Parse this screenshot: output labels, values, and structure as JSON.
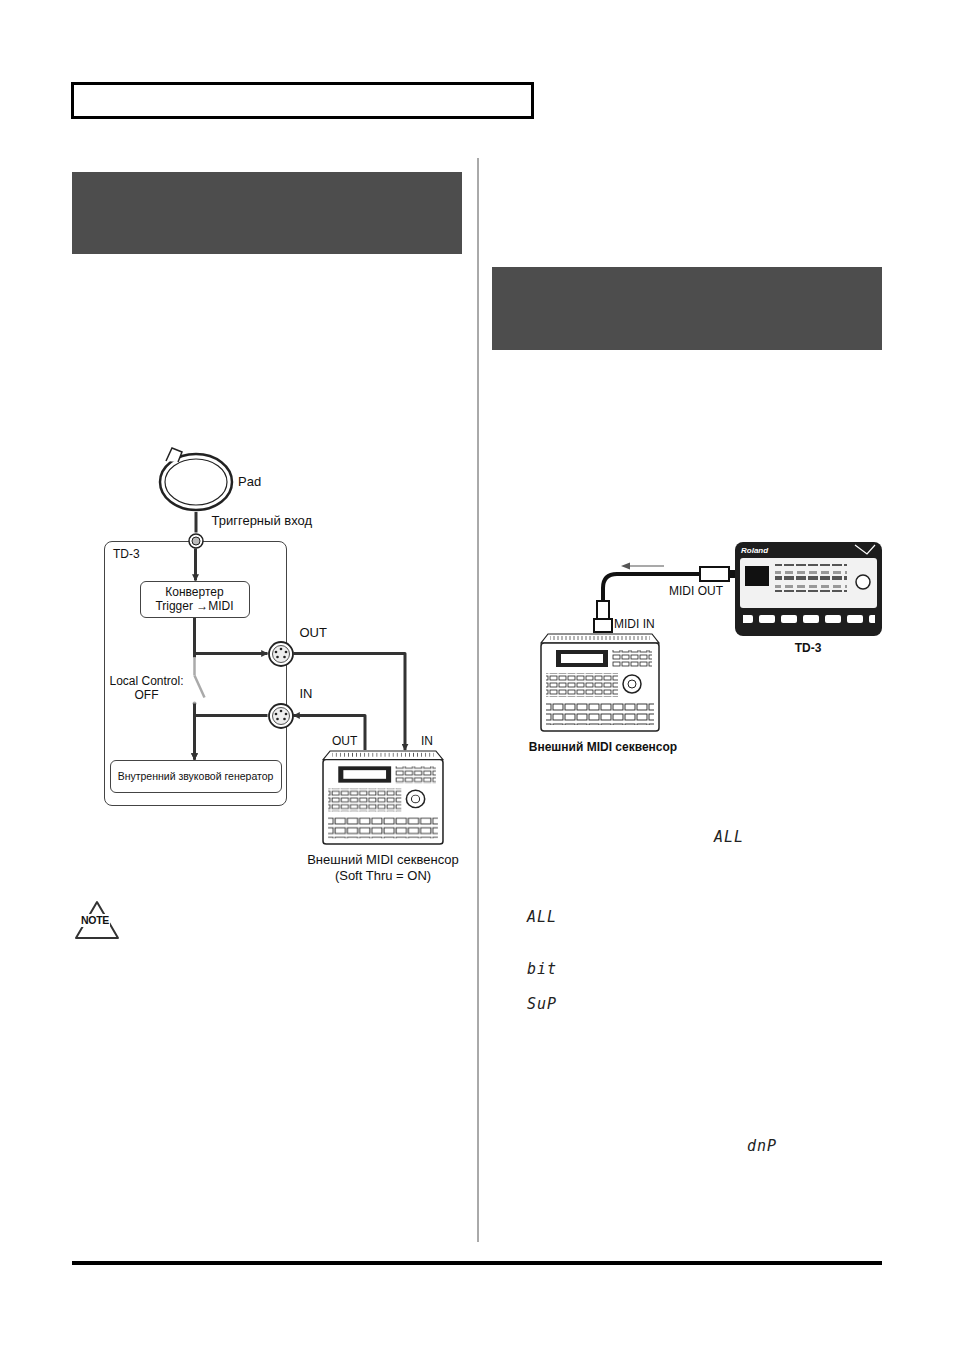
{
  "diagram": {
    "nodes": [
      {
        "text": [
          "Pad"
        ]
      },
      {
        "text": [
          "TD-3"
        ]
      },
      {
        "text": [
          "Триггерный вход"
        ],
        "in": 1
      },
      {
        "text": [
          "Конвертер Trigger →MIDI"
        ],
        "in": 1
      },
      {
        "text": [
          "OUT"
        ],
        "in": 1
      },
      {
        "text": [
          "IN"
        ],
        "in": 1
      },
      {
        "text": [
          "Внутренний звуковой генератор"
        ],
        "in": 1
      },
      {
        "text": [
          "Внешний MIDI секвенсор (Soft Thru = ON)"
        ]
      },
      {
        "text": [
          "TD-3"
        ]
      },
      {
        "text": [
          "Внешний MIDI секвенсор"
        ]
      }
    ],
    "edges": [
      {
        "from": 0,
        "to": 2,
        "arrow": "none"
      },
      {
        "from": 2,
        "to": 3,
        "arrow": "to"
      },
      {
        "from": 3,
        "to": 4,
        "arrow": "to"
      },
      {
        "from": 3,
        "to": 6,
        "arrow": "to",
        "label": "Local Control: OFF"
      },
      {
        "from": 5,
        "to": 6,
        "arrow": "to"
      },
      {
        "from": 4,
        "to": 7,
        "arrow": "to"
      },
      {
        "from": 7,
        "to": 5,
        "arrow": "to"
      },
      {
        "from": 8,
        "to": 9,
        "arrow": "none"
      }
    ],
    "labels": [
      "OUT",
      "IN",
      "MIDI OUT",
      "MIDI IN",
      "Roland",
      "NOTE",
      "ALL",
      "ALL",
      "bit",
      "SuP",
      "dnP"
    ]
  }
}
